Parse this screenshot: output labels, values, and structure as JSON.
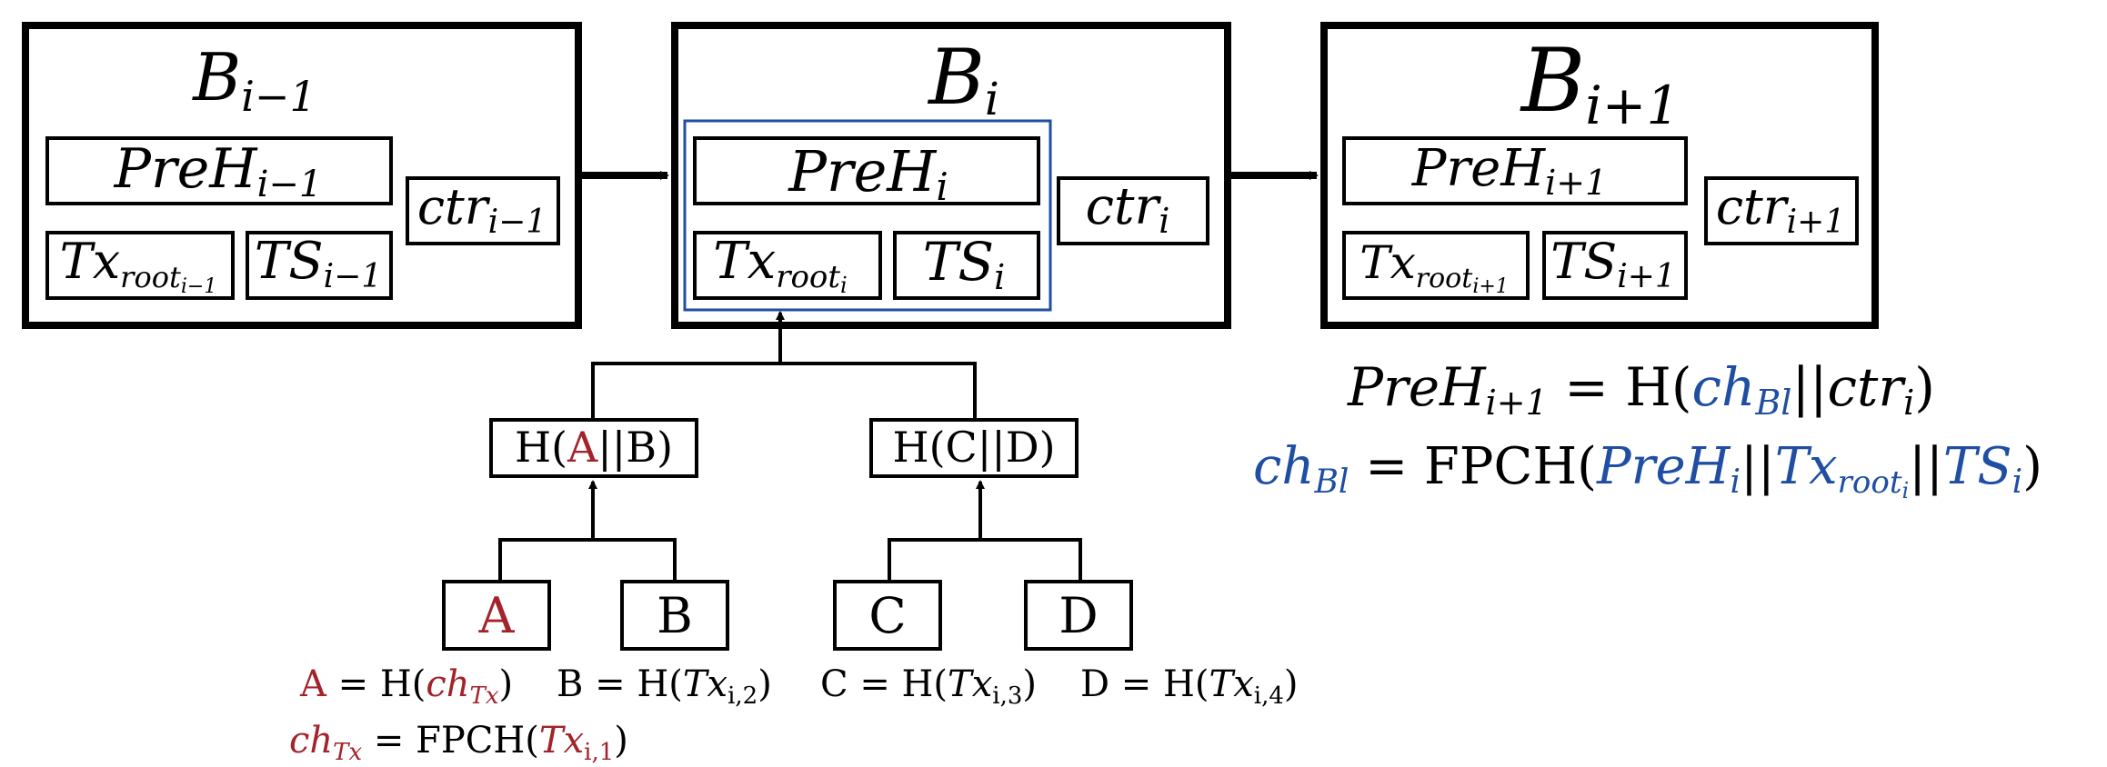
{
  "colors": {
    "stroke": "#000000",
    "red": "#a3232a",
    "blue": "#1f4ea3"
  },
  "blocks": [
    {
      "title": "B",
      "title_sub": "i−1",
      "prehash": "PreH",
      "prehash_sub": "i−1",
      "tx": "Tx",
      "tx_sub": "root",
      "tx_subsub": "i−1",
      "ts": "TS",
      "ts_sub": "i−1",
      "ctr": "ctr",
      "ctr_sub": "i−1"
    },
    {
      "title": "B",
      "title_sub": "i",
      "prehash": "PreH",
      "prehash_sub": "i",
      "tx": "Tx",
      "tx_sub": "root",
      "tx_subsub": "i",
      "ts": "TS",
      "ts_sub": "i",
      "ctr": "ctr",
      "ctr_sub": "i"
    },
    {
      "title": "B",
      "title_sub": "i+1",
      "prehash": "PreH",
      "prehash_sub": "i+1",
      "tx": "Tx",
      "tx_sub": "root",
      "tx_subsub": "i+1",
      "ts": "TS",
      "ts_sub": "i+1",
      "ctr": "ctr",
      "ctr_sub": "i+1"
    }
  ],
  "merkle": {
    "left_node": {
      "pre": "H(",
      "a": "A",
      "post": "||B)"
    },
    "right_node": "H(C||D)",
    "leaves": [
      "A",
      "B",
      "C",
      "D"
    ]
  },
  "equations": {
    "eq1": {
      "lhs": "PreH",
      "lhs_sub": "i+1",
      "eq": " = H(",
      "ch": "ch",
      "ch_sub": "Bl",
      "mid": "||",
      "ctr": "ctr",
      "ctr_sub": "i",
      "end": ")"
    },
    "eq2": {
      "ch": "ch",
      "ch_sub": "Bl",
      "eq": " = FPCH(",
      "p": "PreH",
      "p_sub": "i",
      "sep1": "||",
      "tx": "Tx",
      "tx_sub": "root",
      "tx_subsub": "i",
      "sep2": "||",
      "ts": "TS",
      "ts_sub": "i",
      "end": ")"
    },
    "leaf_defs": {
      "a": {
        "name": "A",
        "eq": " = H(",
        "ch": "ch",
        "ch_sub": "Tx",
        "end": ")"
      },
      "b": {
        "name": "B = H(",
        "tx": "Tx",
        "sub": "i,2",
        "end": ")"
      },
      "c": {
        "name": "C = H(",
        "tx": "Tx",
        "sub": "i,3",
        "end": ")"
      },
      "d": {
        "name": "D = H(",
        "tx": "Tx",
        "sub": "i,4",
        "end": ")"
      }
    },
    "chtx_def": {
      "ch": "ch",
      "ch_sub": "Tx",
      "eq": " = FPCH(",
      "tx": "Tx",
      "sub": "i,1",
      "end": ")"
    }
  }
}
